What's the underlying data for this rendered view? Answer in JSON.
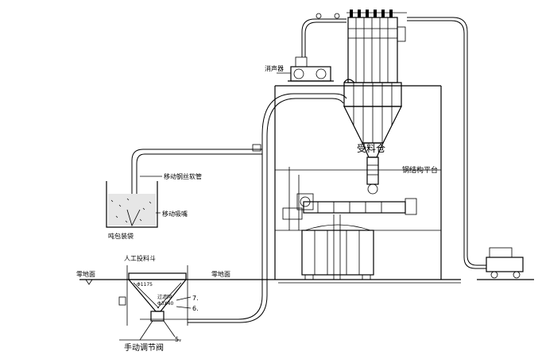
{
  "labels": {
    "silencer": "消声器",
    "receiving_bin": "受料仓",
    "steel_platform": "钢结构平台",
    "movable_hose": "移动钢丝软管",
    "movable_nozzle": "移动吸嘴",
    "ton_bag": "吨包装袋",
    "manual_hopper": "人工投料斗",
    "ground_level_left": "零地面",
    "ground_level_mid": "零地面",
    "grate_dim": "过滤网",
    "dim_top": "Φ1175",
    "dim_inner": "Φ3X40",
    "callout_7": "7.",
    "callout_6": "6.",
    "callout_5": "5.",
    "manual_valve": "手动调节阀"
  }
}
